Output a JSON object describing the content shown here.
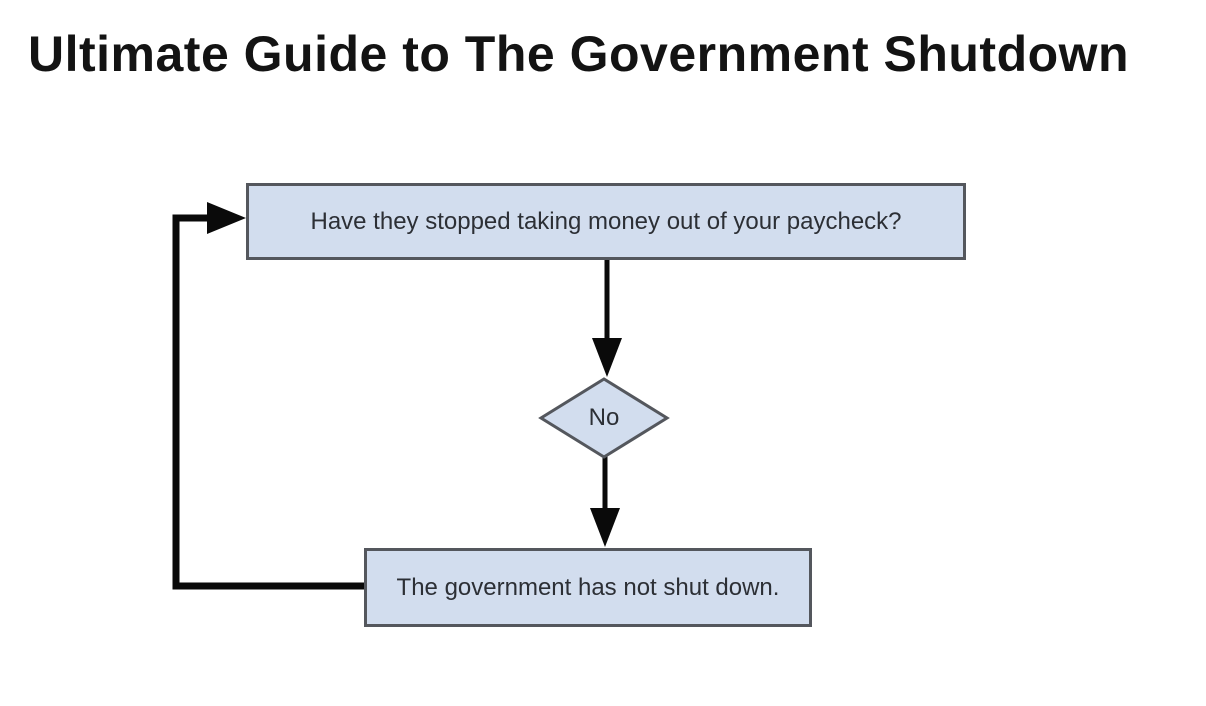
{
  "title": "Ultimate Guide to The Government Shutdown",
  "flowchart": {
    "question": "Have they stopped taking money out of your paycheck?",
    "decision": "No",
    "result": "The government has not shut down.",
    "flow": [
      "question -> decision",
      "decision -> result",
      "result -> question (loop back)"
    ]
  },
  "colors": {
    "background": "#ffffff",
    "title_text": "#131313",
    "node_fill": "#d2ddee",
    "node_border": "#54575d",
    "node_text": "#2c2f35",
    "connector": "#0a0a0a"
  }
}
